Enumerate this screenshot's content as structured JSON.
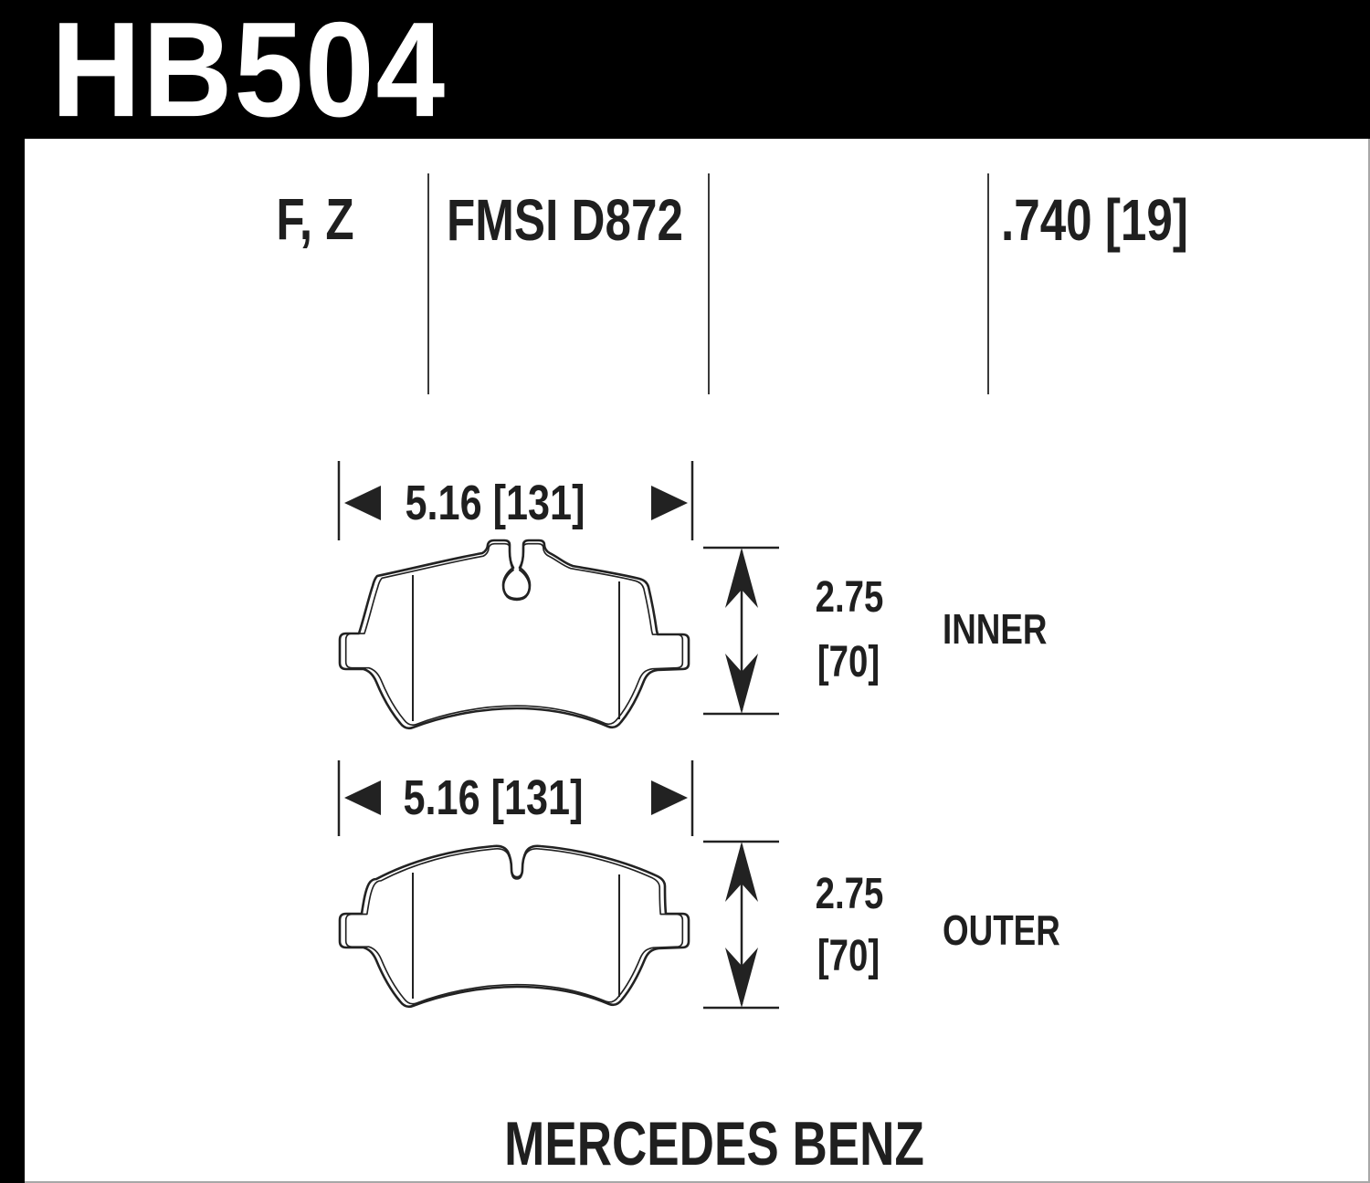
{
  "header": {
    "part_number": "HB504",
    "bg_color": "#000000",
    "text_color": "#ffffff"
  },
  "spec_row": {
    "compounds": "F, Z",
    "fmsi": "FMSI D872",
    "thickness": ".740 [19]"
  },
  "diagrams": [
    {
      "id": "inner",
      "label": "INNER",
      "width_label": "5.16 [131]",
      "height_in": "2.75",
      "height_mm": "[70]"
    },
    {
      "id": "outer",
      "label": "OUTER",
      "width_label": "5.16 [131]",
      "height_in": "2.75",
      "height_mm": "[70]"
    }
  ],
  "footer": {
    "vehicle": "MERCEDES BENZ"
  },
  "colors": {
    "line": "#222222",
    "frame": "#000000",
    "background": "#ffffff"
  }
}
